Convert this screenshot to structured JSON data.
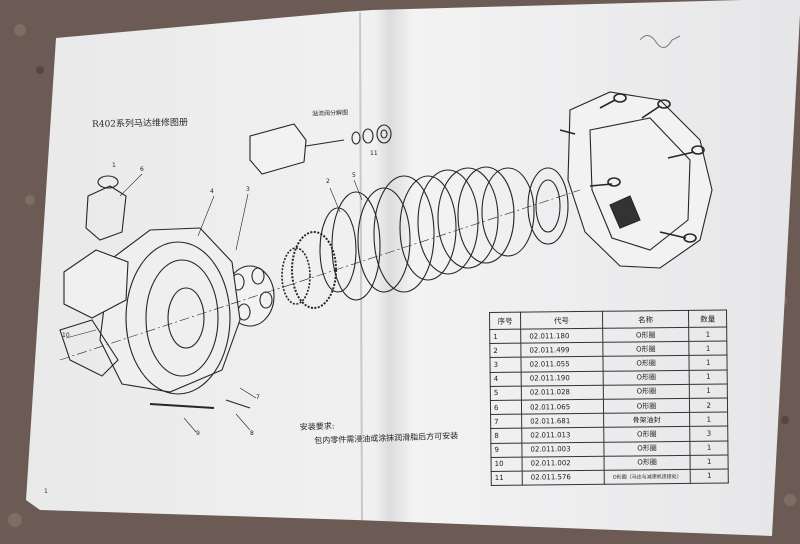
{
  "title": "R402系列马达维修图册",
  "valve_label": "溢流阀分解图",
  "installation": {
    "heading": "安装要求:",
    "text": "包内零件需浸油或涂抹润滑脂后方可安装"
  },
  "parts_table": {
    "headers": [
      "序号",
      "代号",
      "名称",
      "数量"
    ],
    "rows": [
      {
        "no": "1",
        "code": "02.011.180",
        "name": "O形圈",
        "qty": "1"
      },
      {
        "no": "2",
        "code": "02.011.499",
        "name": "O形圈",
        "qty": "1"
      },
      {
        "no": "3",
        "code": "02.011.055",
        "name": "O形圈",
        "qty": "1"
      },
      {
        "no": "4",
        "code": "02.011.190",
        "name": "O形圈",
        "qty": "1"
      },
      {
        "no": "5",
        "code": "02.011.028",
        "name": "O形圈",
        "qty": "1"
      },
      {
        "no": "6",
        "code": "02.011.065",
        "name": "O形圈",
        "qty": "2"
      },
      {
        "no": "7",
        "code": "02.011.681",
        "name": "骨架油封",
        "qty": "1"
      },
      {
        "no": "8",
        "code": "02.011.013",
        "name": "O形圈",
        "qty": "3"
      },
      {
        "no": "9",
        "code": "02.011.003",
        "name": "O形圈",
        "qty": "1"
      },
      {
        "no": "10",
        "code": "02.011.002",
        "name": "O形圈",
        "qty": "1"
      },
      {
        "no": "11",
        "code": "02.011.576",
        "name": "O形圈（马达与减速机连接处）",
        "qty": "1"
      }
    ]
  },
  "callouts": [
    "1",
    "2",
    "3",
    "4",
    "5",
    "6",
    "7",
    "8",
    "9",
    "10",
    "11"
  ],
  "page_number": "1"
}
